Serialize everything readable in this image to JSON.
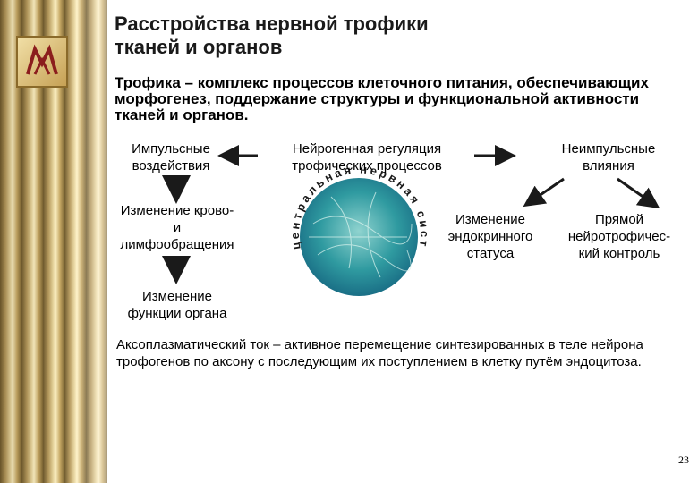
{
  "title": "Расстройства нервной трофики\nтканей и органов",
  "intro": "Трофика – комплекс процессов клеточного питания, обеспечивающих морфогенез, поддержание структуры и функциональной активности тканей и органов.",
  "diagram": {
    "impulse": "Импульсные\nвоздействия",
    "neurogenic": "Нейрогенная регуляция\nтрофических процессов",
    "nonimpulse": "Неимпульсные\nвлияния",
    "blood": "Изменение крово-\nи\nлимфообращения",
    "organ": "Изменение\nфункции органа",
    "endocrine": "Изменение\nэндокринного\nстатуса",
    "direct": "Прямой\nнейротрофичес-\nкий контроль",
    "circle_text": "центральная нервная система"
  },
  "axoplasm": "Аксоплазматический ток – активное перемещение синтезированных в теле нейрона трофогенов по аксону с последующим их поступлением в клетку путём эндоцитоза.",
  "page_number": "23",
  "colors": {
    "curtain": "#c8aa66",
    "arrow": "#1a1a1a",
    "circle": "#2f9aa0"
  }
}
